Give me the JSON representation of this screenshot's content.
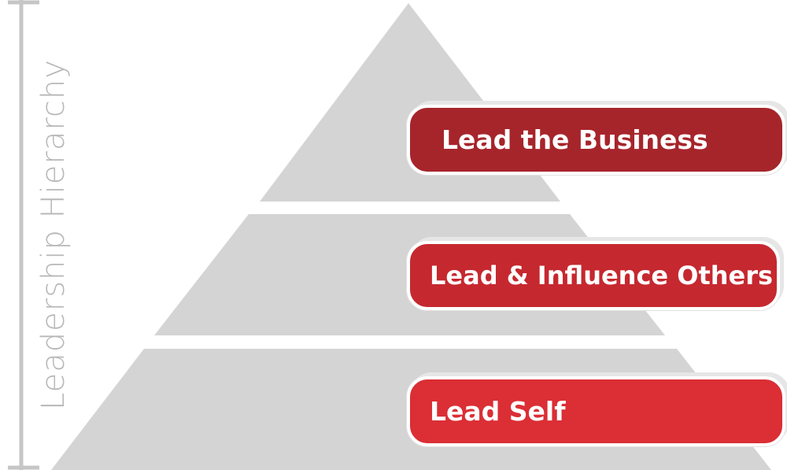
{
  "axis": {
    "label": "Leadership Hierarchy"
  },
  "levels": [
    {
      "label": "Lead the Business",
      "color": "#a6252b"
    },
    {
      "label": "Lead & Influence Others",
      "color": "#c6282f"
    },
    {
      "label": "Lead Self",
      "color": "#db2e35"
    }
  ],
  "colors": {
    "pyramid_fill": "#d4d4d4",
    "axis_line": "#c6c6c6",
    "pill_border": "#ffffff"
  }
}
